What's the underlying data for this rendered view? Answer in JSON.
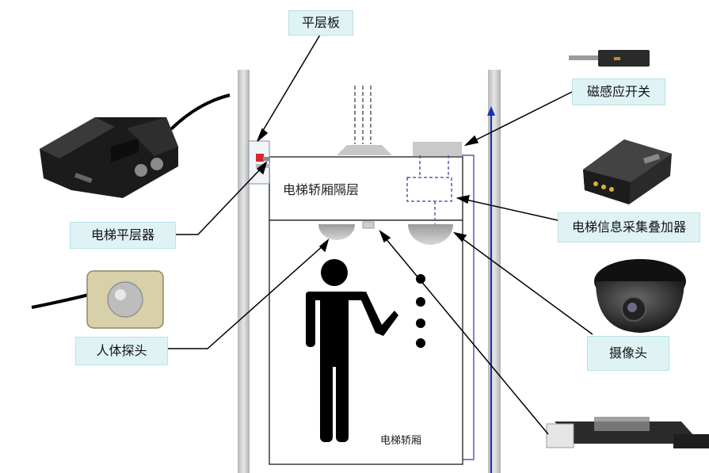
{
  "labels": {
    "leveling_plate": "平层板",
    "magnetic_switch": "磁感应开关",
    "elevator_leveler": "电梯平层器",
    "info_collector": "电梯信息采集叠加器",
    "human_sensor": "人体探头",
    "camera": "摄像头",
    "car_partition": "电梯轿厢隔层",
    "elevator_car": "电梯轿厢"
  },
  "colors": {
    "callout_bg": "#dff3f5",
    "rail": "#c8c8c8",
    "car_outline": "#3a3a3a",
    "cable_blue": "#1a2fb8",
    "dashed_box": "#5a5ab0",
    "leveling_plate_red": "#d7262f"
  }
}
